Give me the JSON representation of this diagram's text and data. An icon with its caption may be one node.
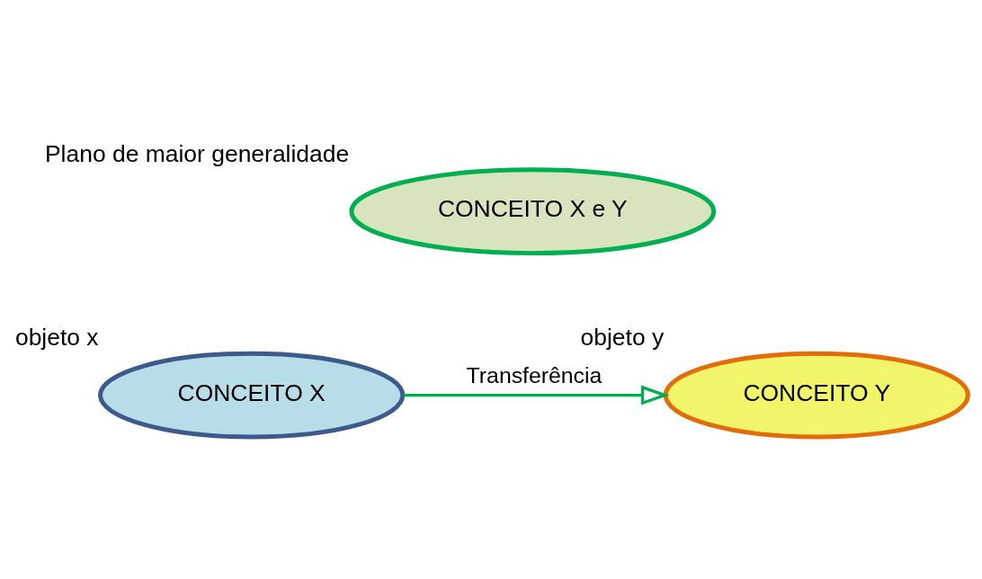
{
  "diagram": {
    "nodes": [
      {
        "text": [
          "CONCEITO X e Y"
        ],
        "beside": [
          "Plano de maior generalidade"
        ]
      },
      {
        "text": [
          "CONCEITO X"
        ],
        "beside": [
          "objeto x"
        ]
      },
      {
        "text": [
          "CONCEITO Y"
        ],
        "beside": [
          "objeto y"
        ]
      }
    ],
    "edges": [
      {
        "from": 1,
        "to": 2,
        "arrow": "to",
        "label": "Transferência"
      }
    ]
  }
}
